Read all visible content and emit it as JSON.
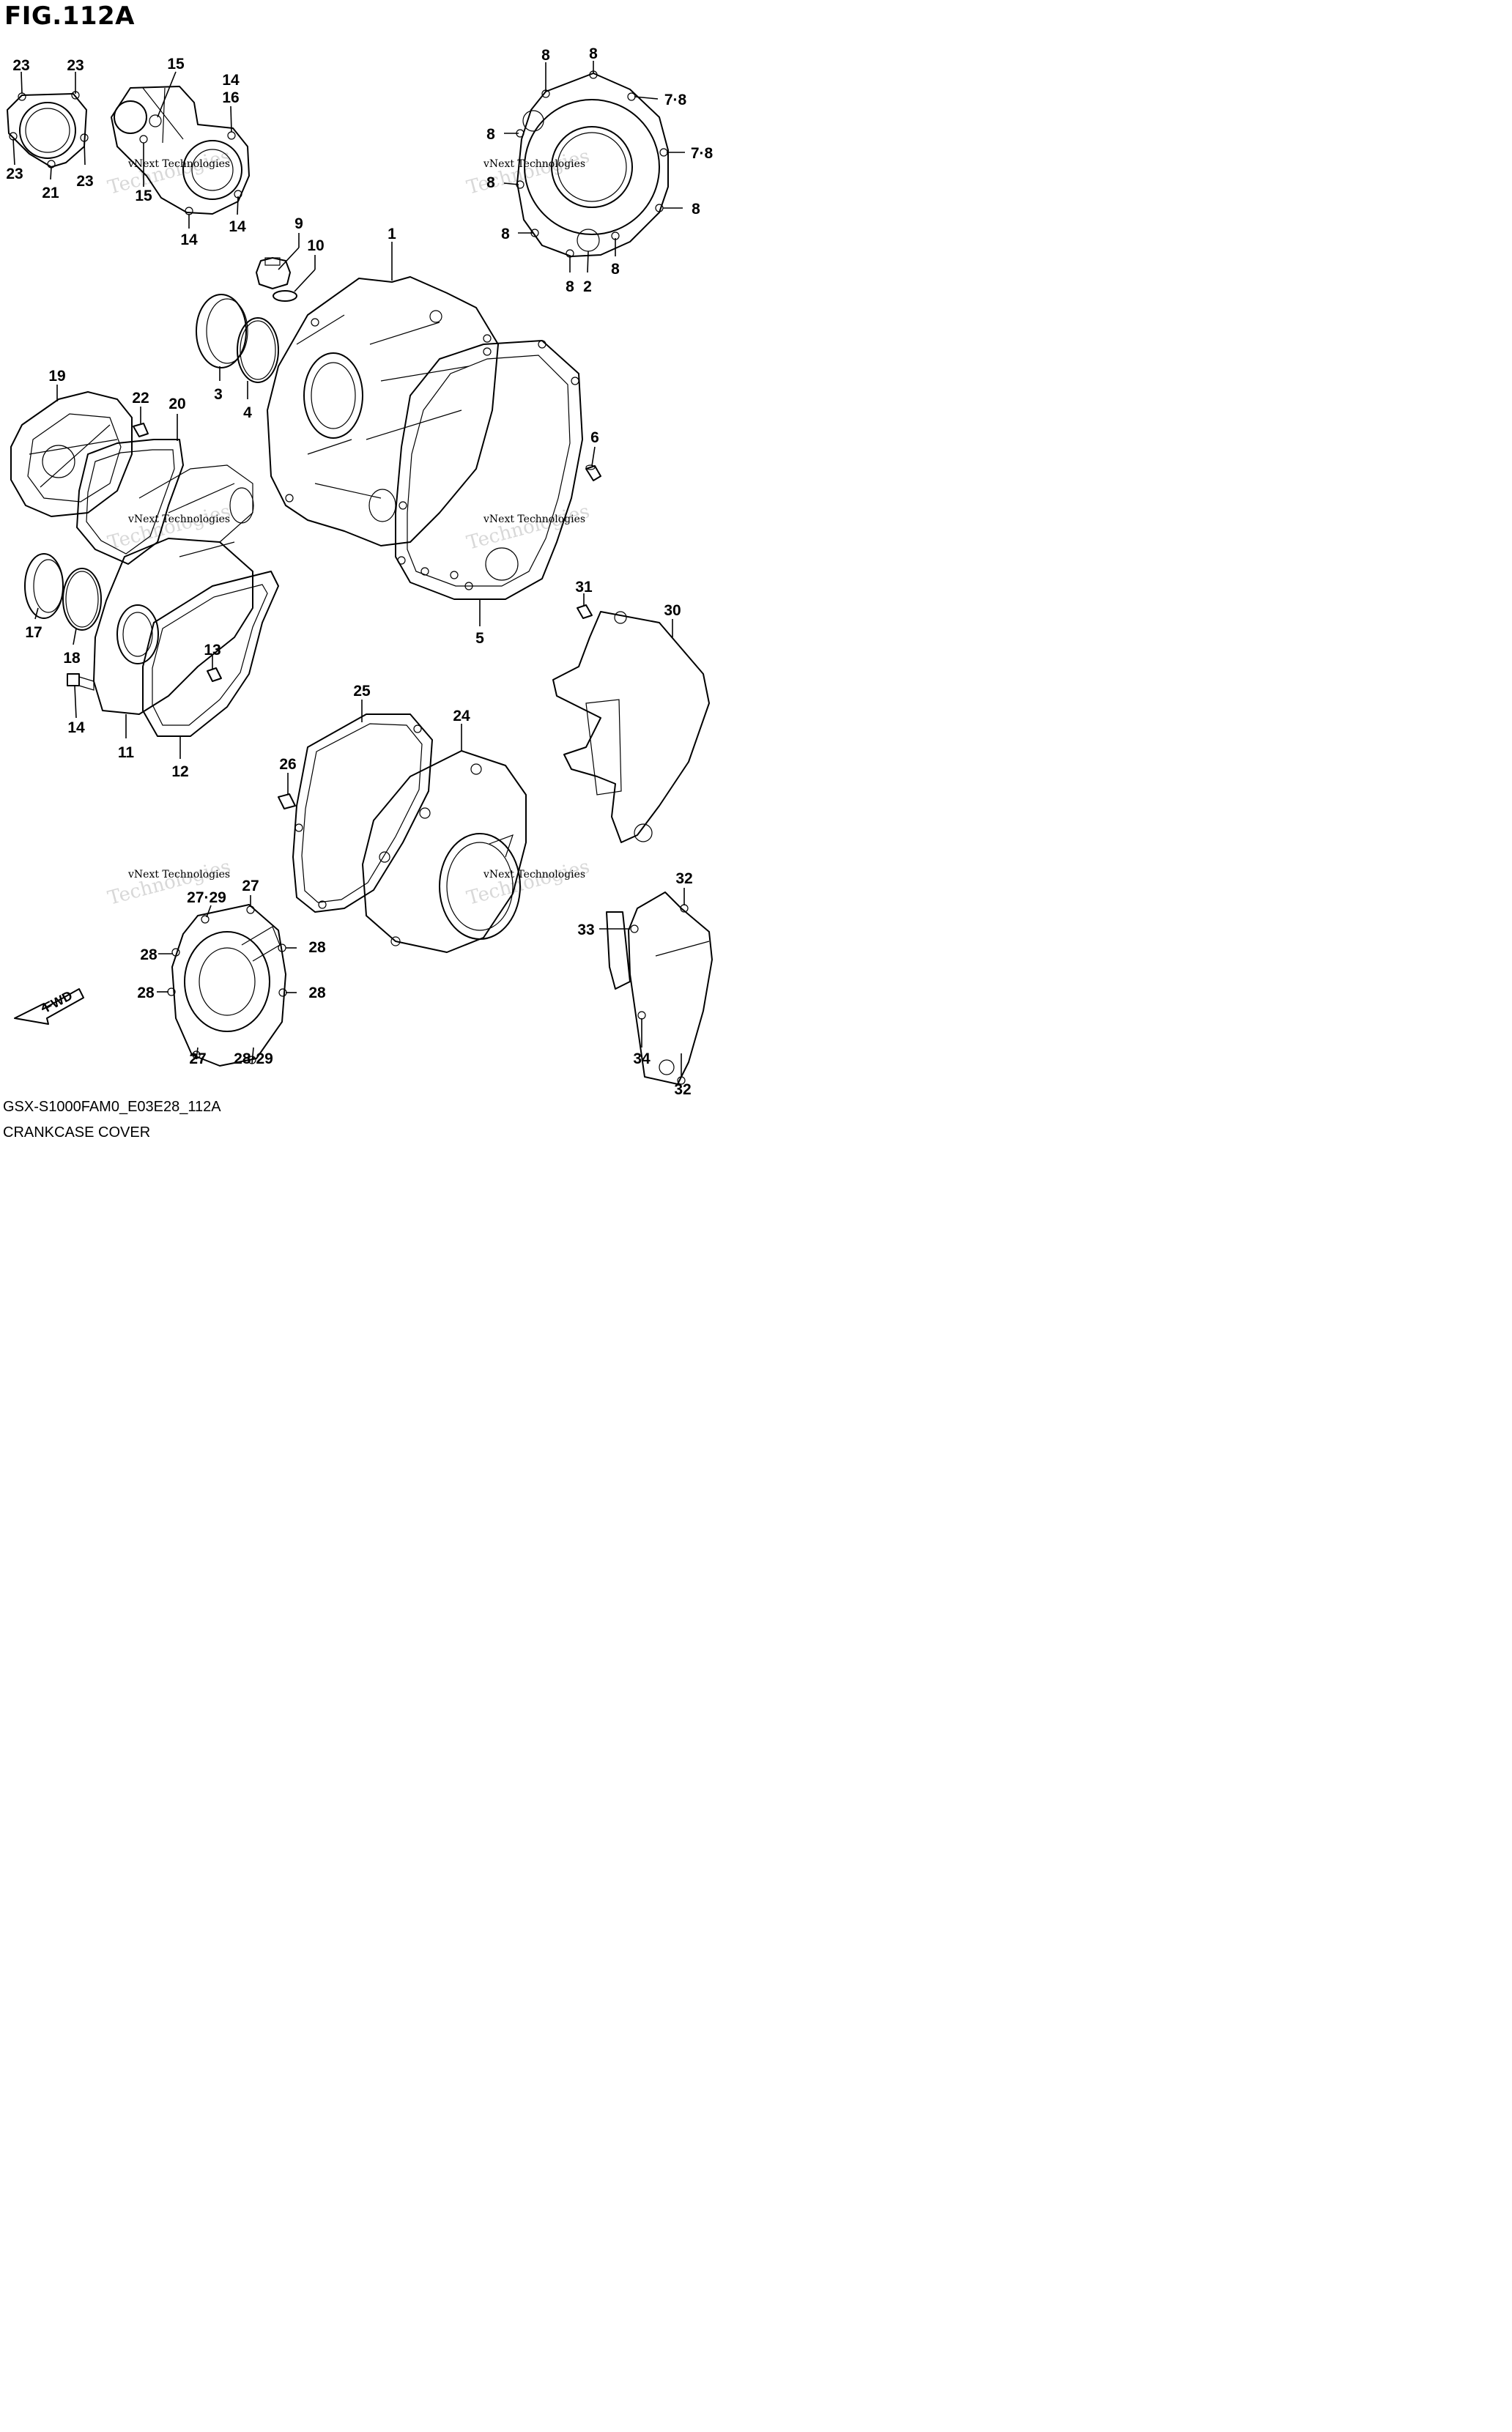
{
  "figure": {
    "title": "FIG.112A",
    "model_code": "GSX-S1000FAM0_E03E28_112A",
    "section_name": "CRANKCASE COVER"
  },
  "watermark": {
    "line1": "vNext Technologies",
    "line2": "vNext",
    "line3": "Technologies"
  },
  "direction_arrow": {
    "label": "FWD"
  },
  "callouts": [
    "23",
    "23",
    "23",
    "23",
    "21",
    "15",
    "15",
    "14",
    "16",
    "14",
    "14",
    "8",
    "8",
    "7·8",
    "8",
    "7·8",
    "8",
    "8",
    "8",
    "8",
    "8",
    "2",
    "9",
    "10",
    "1",
    "3",
    "4",
    "19",
    "22",
    "20",
    "6",
    "17",
    "18",
    "14",
    "11",
    "12",
    "13",
    "5",
    "31",
    "30",
    "25",
    "24",
    "26",
    "27",
    "27·29",
    "28",
    "28",
    "28",
    "28",
    "27",
    "28·29",
    "32",
    "33",
    "34",
    "32"
  ]
}
